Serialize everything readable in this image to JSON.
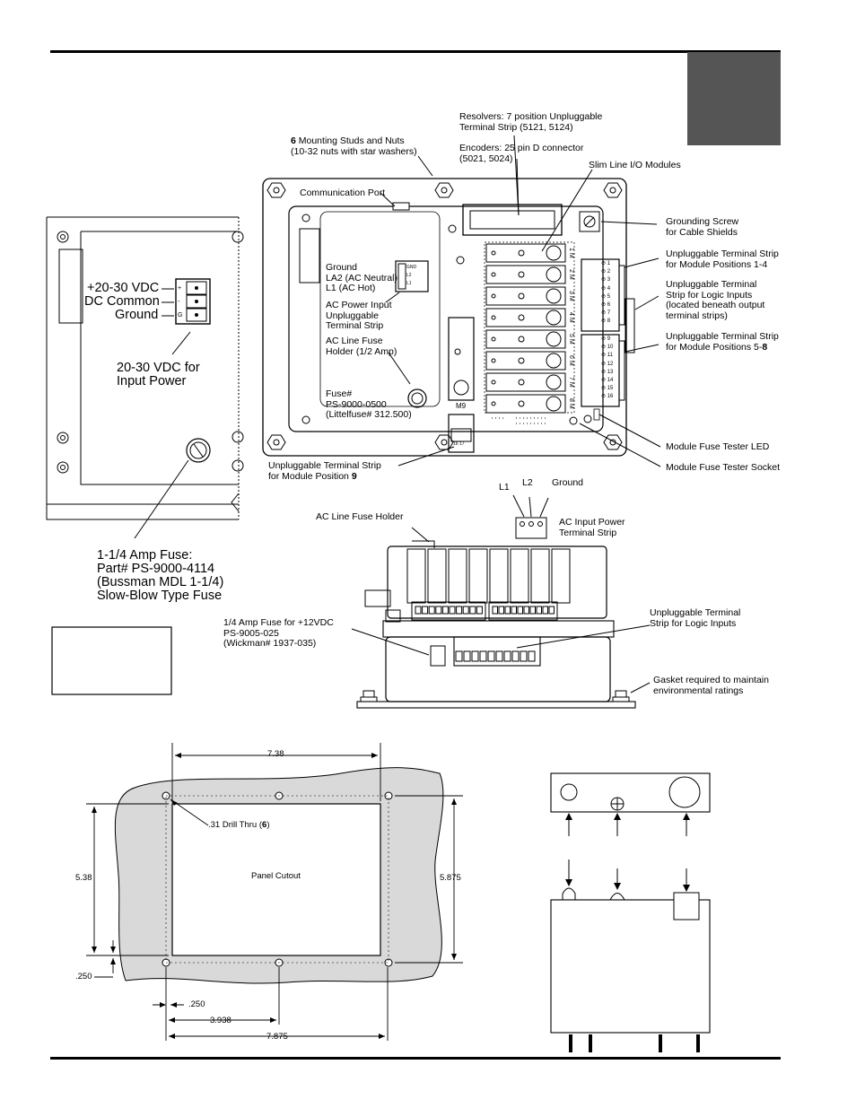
{
  "top_diagram": {
    "resolvers_label": "Resolvers: 7 position Unpluggable\nTerminal Strip (5121, 5124)",
    "encoders_label": "Encoders: 25 pin D connector\n(5021, 5024)",
    "studs_label_num": "6",
    "studs_label": " Mounting Studs and Nuts\n(10-32 nuts with star washers)",
    "slim_line_label": "Slim Line I/O Modules",
    "comm_port_label": "Communication Port",
    "grounding_screw_label": "Grounding Screw\nfor Cable Shields",
    "strip_1_4_label": "Unpluggable Terminal Strip\nfor Module Positions 1-4",
    "logic_strip_label": "Unpluggable Terminal\nStrip for Logic Inputs\n(located beneath output\nterminal strips)",
    "strip_5_8_label": "Unpluggable Terminal Strip\nfor Module Positions 5-",
    "strip_5_8_bold": "8",
    "ac_strip_lines": "Ground\nLA2 (AC Neutral)\nL1 (AC Hot)",
    "ac_power_input_label": "AC Power Input\nUnpluggable\nTerminal Strip",
    "ac_fuse_holder_label": "AC Line Fuse\nHolder (1/2 Amp)",
    "fuse_part_label": "Fuse#\nPS-9000-0500\n(Littelfuse# 312.500)",
    "m9_label": "M9",
    "fuse_led_label": "Module Fuse Tester LED",
    "fuse_socket_label": "Module Fuse Tester Socket",
    "strip_9_label": "Unpluggable Terminal Strip\nfor Module Position ",
    "strip_9_bold": "9",
    "module_labels": [
      "1 M",
      "2 M",
      "3 M",
      "4 M",
      "5 M",
      "6 M",
      "7 M",
      "8 M"
    ],
    "strip_numbers": [
      "1",
      "2",
      "3",
      "4",
      "5",
      "6",
      "7",
      "8",
      "9",
      "10",
      "11",
      "12",
      "13",
      "14",
      "15",
      "16"
    ],
    "small_ac_strip": [
      "GND",
      "L2",
      "L1"
    ],
    "pos9_numbers": [
      "16",
      "17"
    ]
  },
  "left_panel": {
    "vdc_label": "+20-30 VDC",
    "dc_common_label": "DC Common",
    "ground_label": "Ground",
    "input_power_label": "20-30 VDC for\nInput Power",
    "fuse_label": "1-1/4 Amp Fuse:\nPart# PS-9000-4114\n(Bussman MDL 1-1/4)\nSlow-Blow Type Fuse",
    "pin_marks": [
      "+",
      "-",
      "G"
    ]
  },
  "side_view": {
    "l1_label": "L1",
    "l2_label": "L2",
    "ground_label": "Ground",
    "ac_fuse_holder_label": "AC Line Fuse Holder",
    "ac_input_strip_label": "AC Input Power\nTerminal Strip",
    "fuse_12v_label": "1/4 Amp Fuse for +12VDC\nPS-9005-025\n(Wickman# 1937-035)",
    "logic_strip_label": "Unpluggable Terminal\nStrip for Logic Inputs",
    "gasket_label": "Gasket required to maintain\nenvironmental ratings"
  },
  "cutout": {
    "width_label": "7.38",
    "height_label": "5.38",
    "outer_height_label": "5.875",
    "drill_label": ".31 Drill Thru (",
    "drill_bold": "6",
    "drill_end": ")",
    "panel_cutout_label": "Panel Cutout",
    "margin_v_label": ".250",
    "margin_h_label": ".250",
    "half_width_label": "3.938",
    "full_width_label": "7.875"
  }
}
